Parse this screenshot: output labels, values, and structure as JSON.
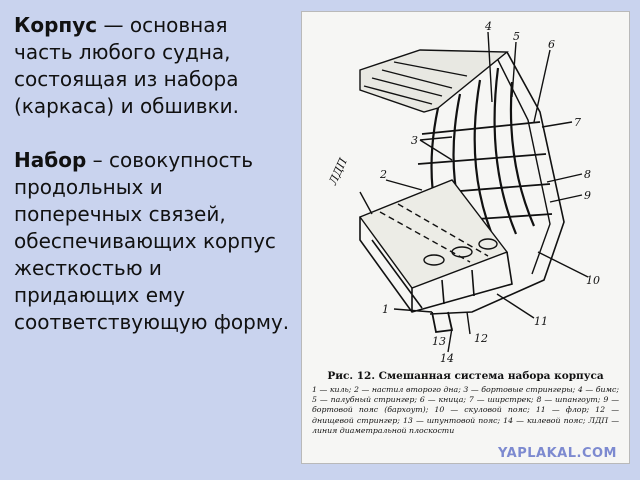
{
  "slide": {
    "paragraphs": [
      {
        "term": "Корпус",
        "rest": " — основная часть любого судна, состоящая из набора (каркаса) и обшивки."
      },
      {
        "term": "Набор",
        "rest": " – совокупность продольных и поперечных связей, обеспечивающих корпус жесткостью и придающих ему соответствующую форму."
      }
    ]
  },
  "figure": {
    "callouts": [
      "1",
      "2",
      "3",
      "4",
      "5",
      "6",
      "7",
      "8",
      "9",
      "10",
      "11",
      "12",
      "13",
      "14",
      "ЛДП"
    ],
    "caption_title": "Рис. 12. Смешанная система набора корпуса",
    "caption_body": "1 — киль; 2 — настил второго дна; 3 — бортовые стрингеры; 4 — бимс; 5 — палубный стрингер; 6 — кница; 7 — ширстрек; 8 — шпангоут; 9 — бортовой пояс (бархоут); 10 — скуловой пояс; 11 — флор; 12 — днищевой стрингер; 13 — шпунтовой пояс; 14 — килевой пояс; ЛДП — линия диаметральной плоскости",
    "watermark": "YAPLAKAL.COM"
  }
}
